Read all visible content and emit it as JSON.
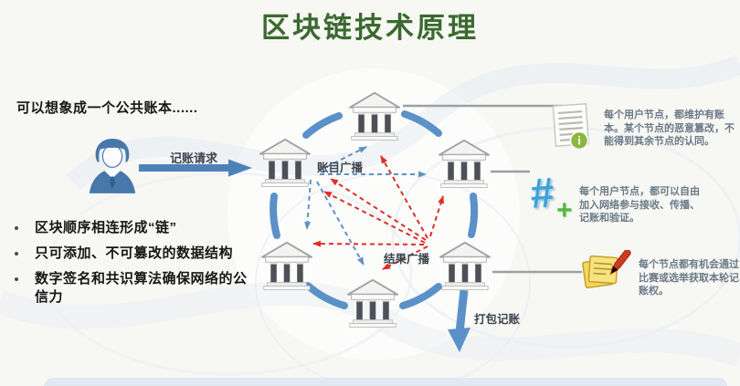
{
  "title": "区块链技术原理",
  "intro": {
    "heading": "可以想象成一个公共账本......",
    "request_arrow_label": "记账请求"
  },
  "bullets": [
    "区块顺序相连形成“链”",
    "只可添加、不可篡改的数据结构",
    "数字签名和共识算法确保网络的公信力"
  ],
  "network": {
    "node_icon": "bank-icon",
    "node_count": 6,
    "ledger_broadcast_label": "账目广播",
    "result_broadcast_label": "结果广播",
    "package_label": "打包记账"
  },
  "notes": [
    {
      "icon": "document-info-icon",
      "text": "每个用户节点，都维护有账本。某个节点的恶意篡改，不能得到其余节点的认同。"
    },
    {
      "icon": "hash-plus-icon",
      "text": "每个用户节点，都可以自由加入网络参与接收、传播、记账和验证。"
    },
    {
      "icon": "notepad-pen-icon",
      "text": "每个节点都有机会通过比赛或选举获取本轮记账权。"
    }
  ],
  "icons": {
    "hash_glyph": "#",
    "plus_glyph": "+",
    "info_glyph": "i"
  },
  "colors": {
    "title_green": "#3a6a2e",
    "solid_arrow_blue": "#4d82b8",
    "ring_arc_blue": "#5b91c8",
    "dashed_blue": "#6292c2",
    "dashed_red": "#dd2f26",
    "connector_gray": "#9aa0a4",
    "note_text": "#6b7a87",
    "doc_info_green": "#8cb73f",
    "hash_blue": "#3ea2d8",
    "plus_green": "#57b844",
    "notepad_yellow": "#f2d75e",
    "pen_red": "#cf3a22"
  }
}
